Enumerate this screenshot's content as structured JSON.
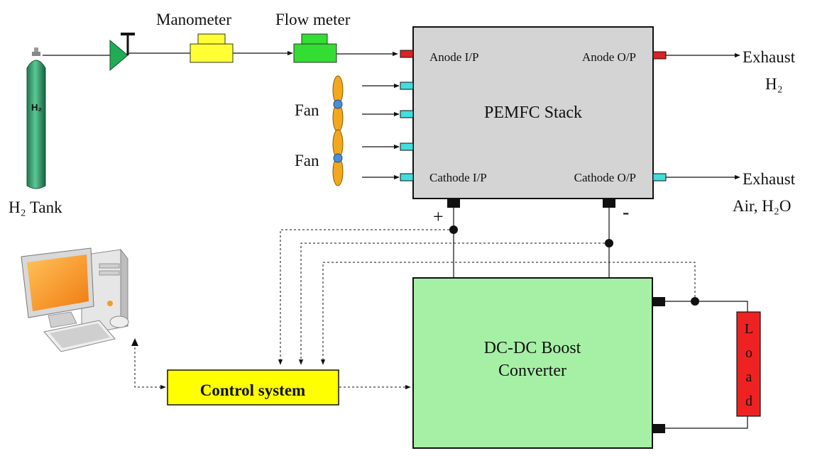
{
  "labels": {
    "manometer": "Manometer",
    "flow_meter": "Flow meter",
    "tank_symbol": "H₂",
    "tank_label": "H₂ Tank",
    "anode_in": "Anode I/P",
    "anode_out": "Anode O/P",
    "cathode_in": "Cathode I/P",
    "cathode_out": "Cathode O/P",
    "stack": "PEMFC Stack",
    "fan": "Fan",
    "exhaust_h2_line1": "Exhaust",
    "exhaust_h2_line2": "H₂",
    "exhaust_air_line1": "Exhaust",
    "exhaust_air_line2": "Air, H₂O",
    "plus": "+",
    "minus": "-",
    "converter_line1": "DC-DC Boost",
    "converter_line2": "Converter",
    "control": "Control system",
    "load": [
      "L",
      "o",
      "a",
      "d"
    ]
  },
  "colors": {
    "stack_fill": "#d4d4d4",
    "converter_fill": "#a6f0a6",
    "control_fill": "#ffff00",
    "manometer_fill": "#ffff33",
    "flow_meter_fill": "#33dd33",
    "valve_fill": "#22aa55",
    "tank_fill": "#3aa872",
    "load_fill": "#ee2222",
    "anode_port": "#dd2222",
    "cathode_port": "#44dddd",
    "fan_blade": "#f2a81d",
    "fan_hub": "#4a8fd6"
  },
  "icons": {
    "valve": "valve-icon",
    "tank": "gas-cylinder-icon",
    "fan": "fan-icon",
    "computer": "desktop-computer-icon"
  }
}
